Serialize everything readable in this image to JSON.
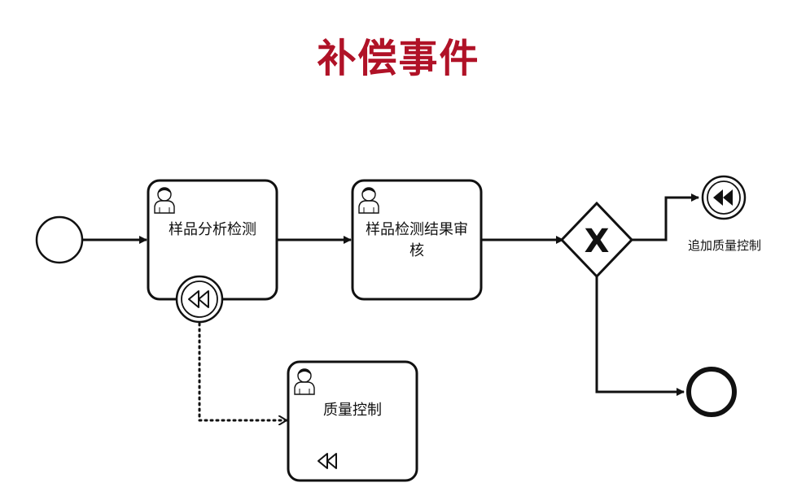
{
  "title": "补偿事件",
  "colors": {
    "title": "#b01227",
    "stroke": "#111111",
    "background": "#ffffff"
  },
  "tasks": {
    "sample_analysis": {
      "label": "样品分析检测",
      "icon": "user-icon"
    },
    "review": {
      "label_line1": "样品检测结果审",
      "label_line2": "核",
      "icon": "user-icon"
    },
    "quality_control": {
      "label": "质量控制",
      "icon": "user-icon",
      "marker": "compensation-marker-icon"
    }
  },
  "gateway": {
    "type": "exclusive",
    "mark": "X"
  },
  "events": {
    "start": "start-event",
    "end": "end-event",
    "compensation_throw": {
      "label": "追加质量控制",
      "icon": "rewind-icon"
    },
    "boundary": {
      "icon": "rewind-icon"
    }
  }
}
